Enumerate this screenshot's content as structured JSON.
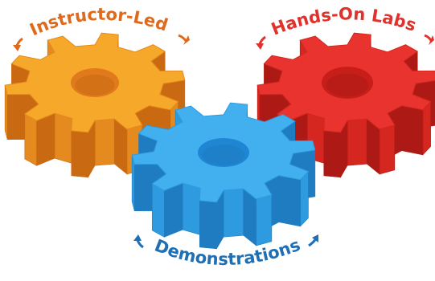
{
  "labels": {
    "instructor_led": "Instructor-Led",
    "hands_on_labs": "Hands-On Labs",
    "demonstrations": "Demonstrations"
  },
  "gears": [
    {
      "id": "instructor-led",
      "top": "#f6a82a",
      "side": "#e58a1e",
      "dark": "#c96a12",
      "hole": "#e07a1c",
      "label_color": "#e06a1c"
    },
    {
      "id": "hands-on-labs",
      "top": "#e8332e",
      "side": "#d5261f",
      "dark": "#ad1a15",
      "hole": "#c71e1a",
      "label_color": "#e0322c"
    },
    {
      "id": "demonstrations",
      "top": "#42b0ee",
      "side": "#2e9be0",
      "dark": "#1f7cc0",
      "hole": "#1e86d2",
      "label_color": "#1e6fb5"
    }
  ]
}
